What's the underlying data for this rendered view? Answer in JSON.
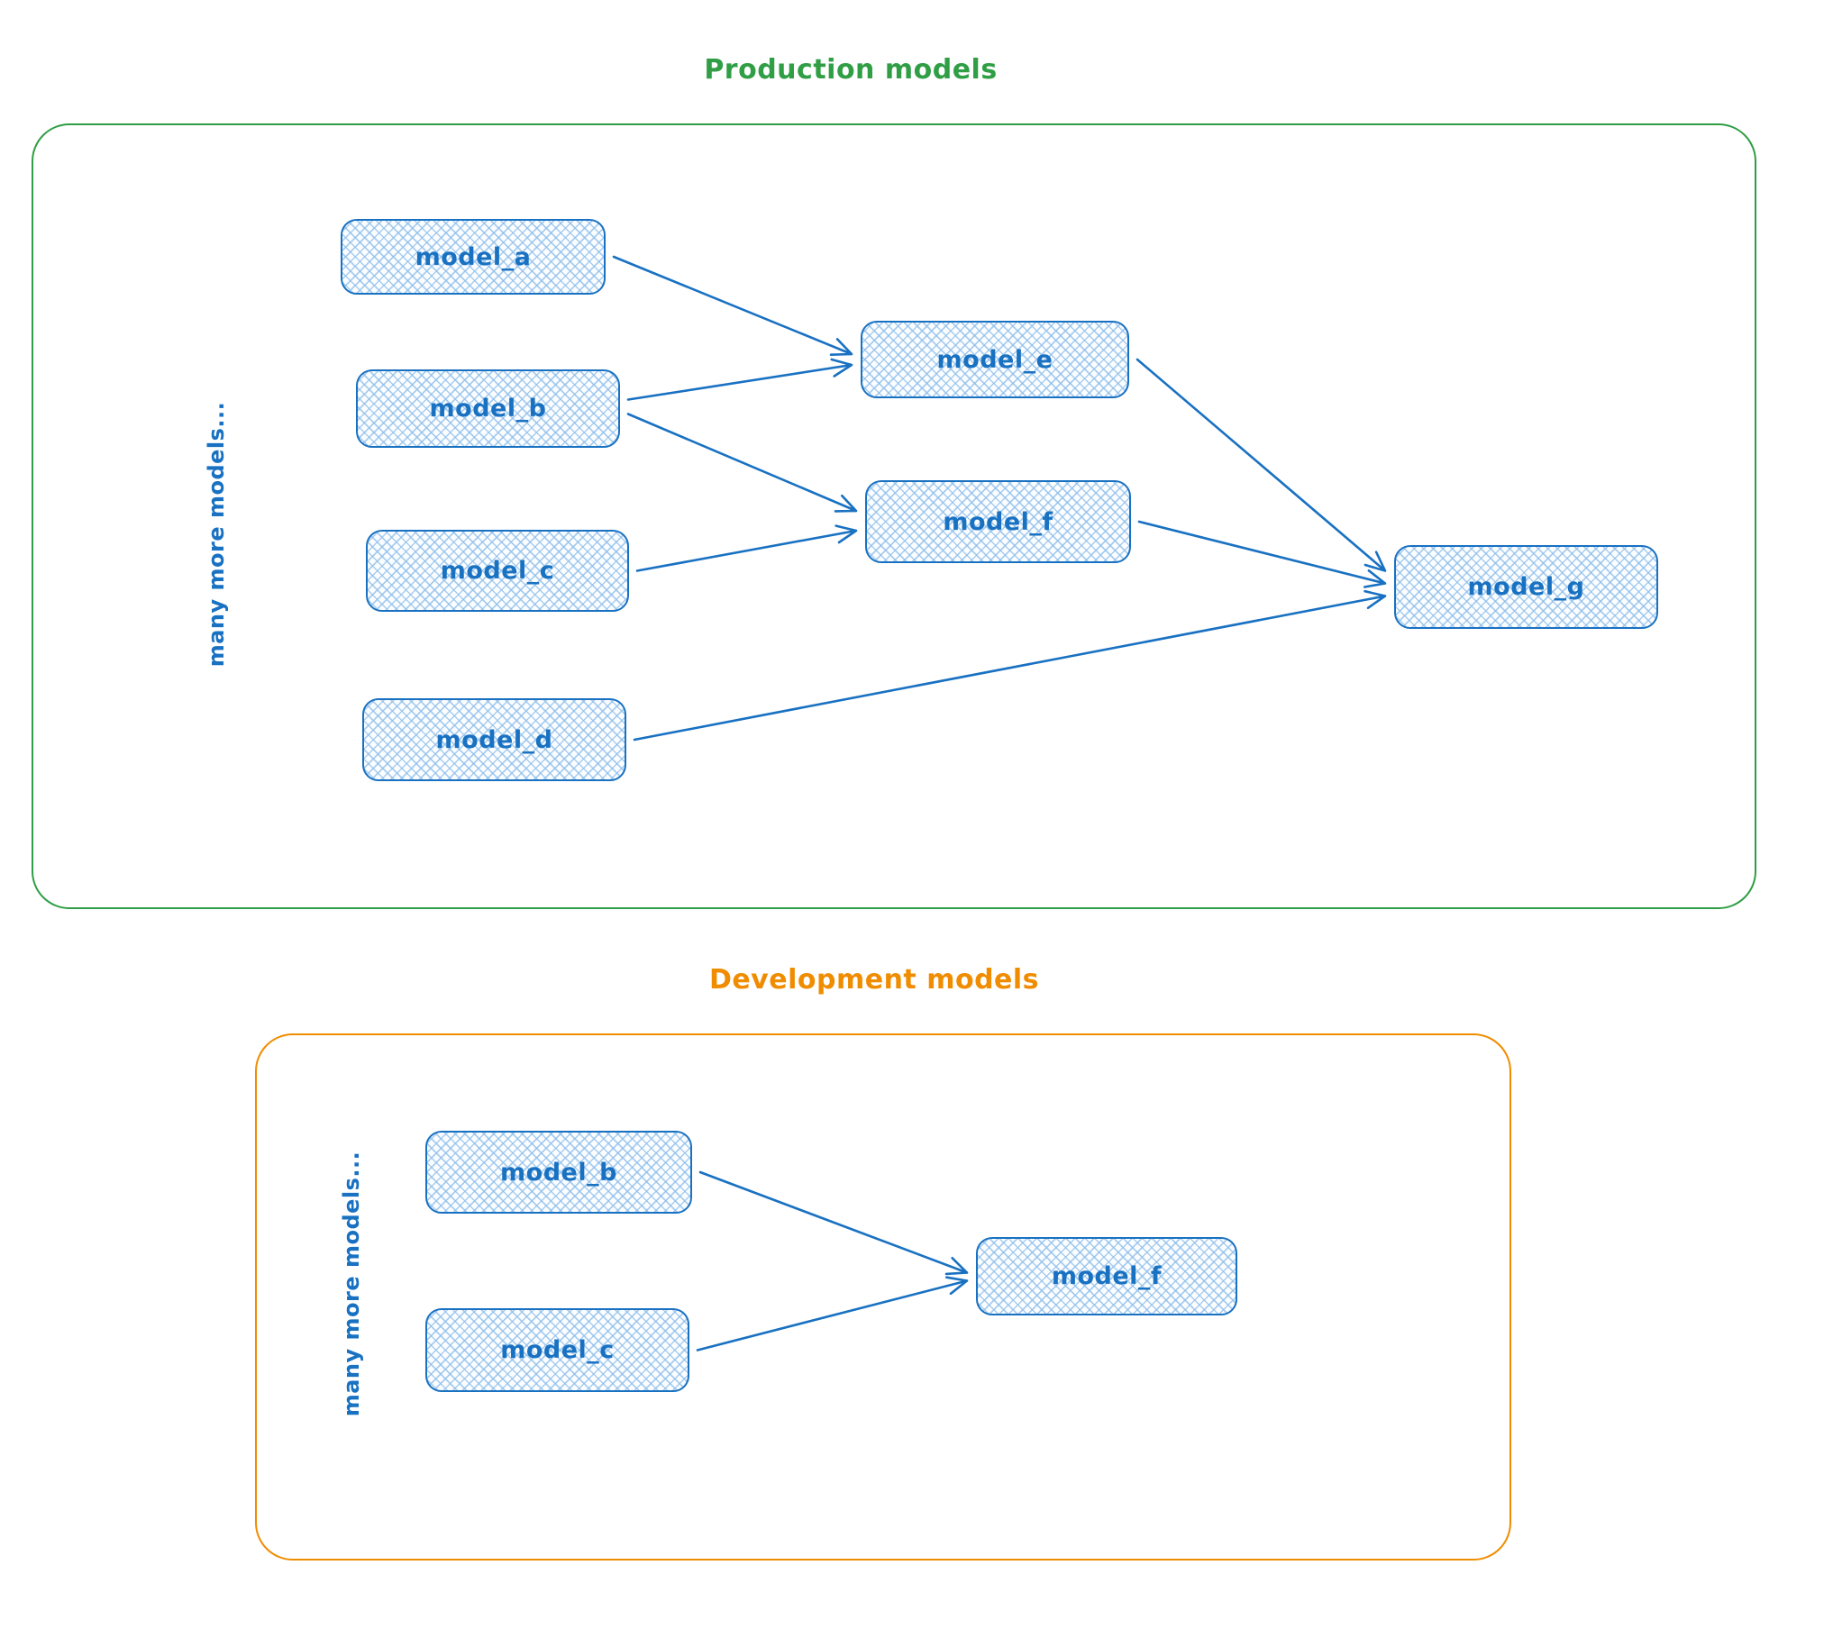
{
  "colors": {
    "production_accent": "#2f9e44",
    "development_accent": "#f08c00",
    "node_stroke": "#1971c2",
    "node_fill": "#d7e9fb"
  },
  "production": {
    "title": "Production models",
    "side_label": "many more models...",
    "nodes": [
      {
        "id": "a",
        "label": "model_a"
      },
      {
        "id": "b",
        "label": "model_b"
      },
      {
        "id": "c",
        "label": "model_c"
      },
      {
        "id": "d",
        "label": "model_d"
      },
      {
        "id": "e",
        "label": "model_e"
      },
      {
        "id": "f",
        "label": "model_f"
      },
      {
        "id": "g",
        "label": "model_g"
      }
    ],
    "edges": [
      {
        "from": "a",
        "to": "e"
      },
      {
        "from": "b",
        "to": "e"
      },
      {
        "from": "b",
        "to": "f"
      },
      {
        "from": "c",
        "to": "f"
      },
      {
        "from": "e",
        "to": "g"
      },
      {
        "from": "f",
        "to": "g"
      },
      {
        "from": "d",
        "to": "g"
      }
    ]
  },
  "development": {
    "title": "Development models",
    "side_label": "many more models...",
    "nodes": [
      {
        "id": "b",
        "label": "model_b"
      },
      {
        "id": "c",
        "label": "model_c"
      },
      {
        "id": "f",
        "label": "model_f"
      }
    ],
    "edges": [
      {
        "from": "b",
        "to": "f"
      },
      {
        "from": "c",
        "to": "f"
      }
    ]
  }
}
